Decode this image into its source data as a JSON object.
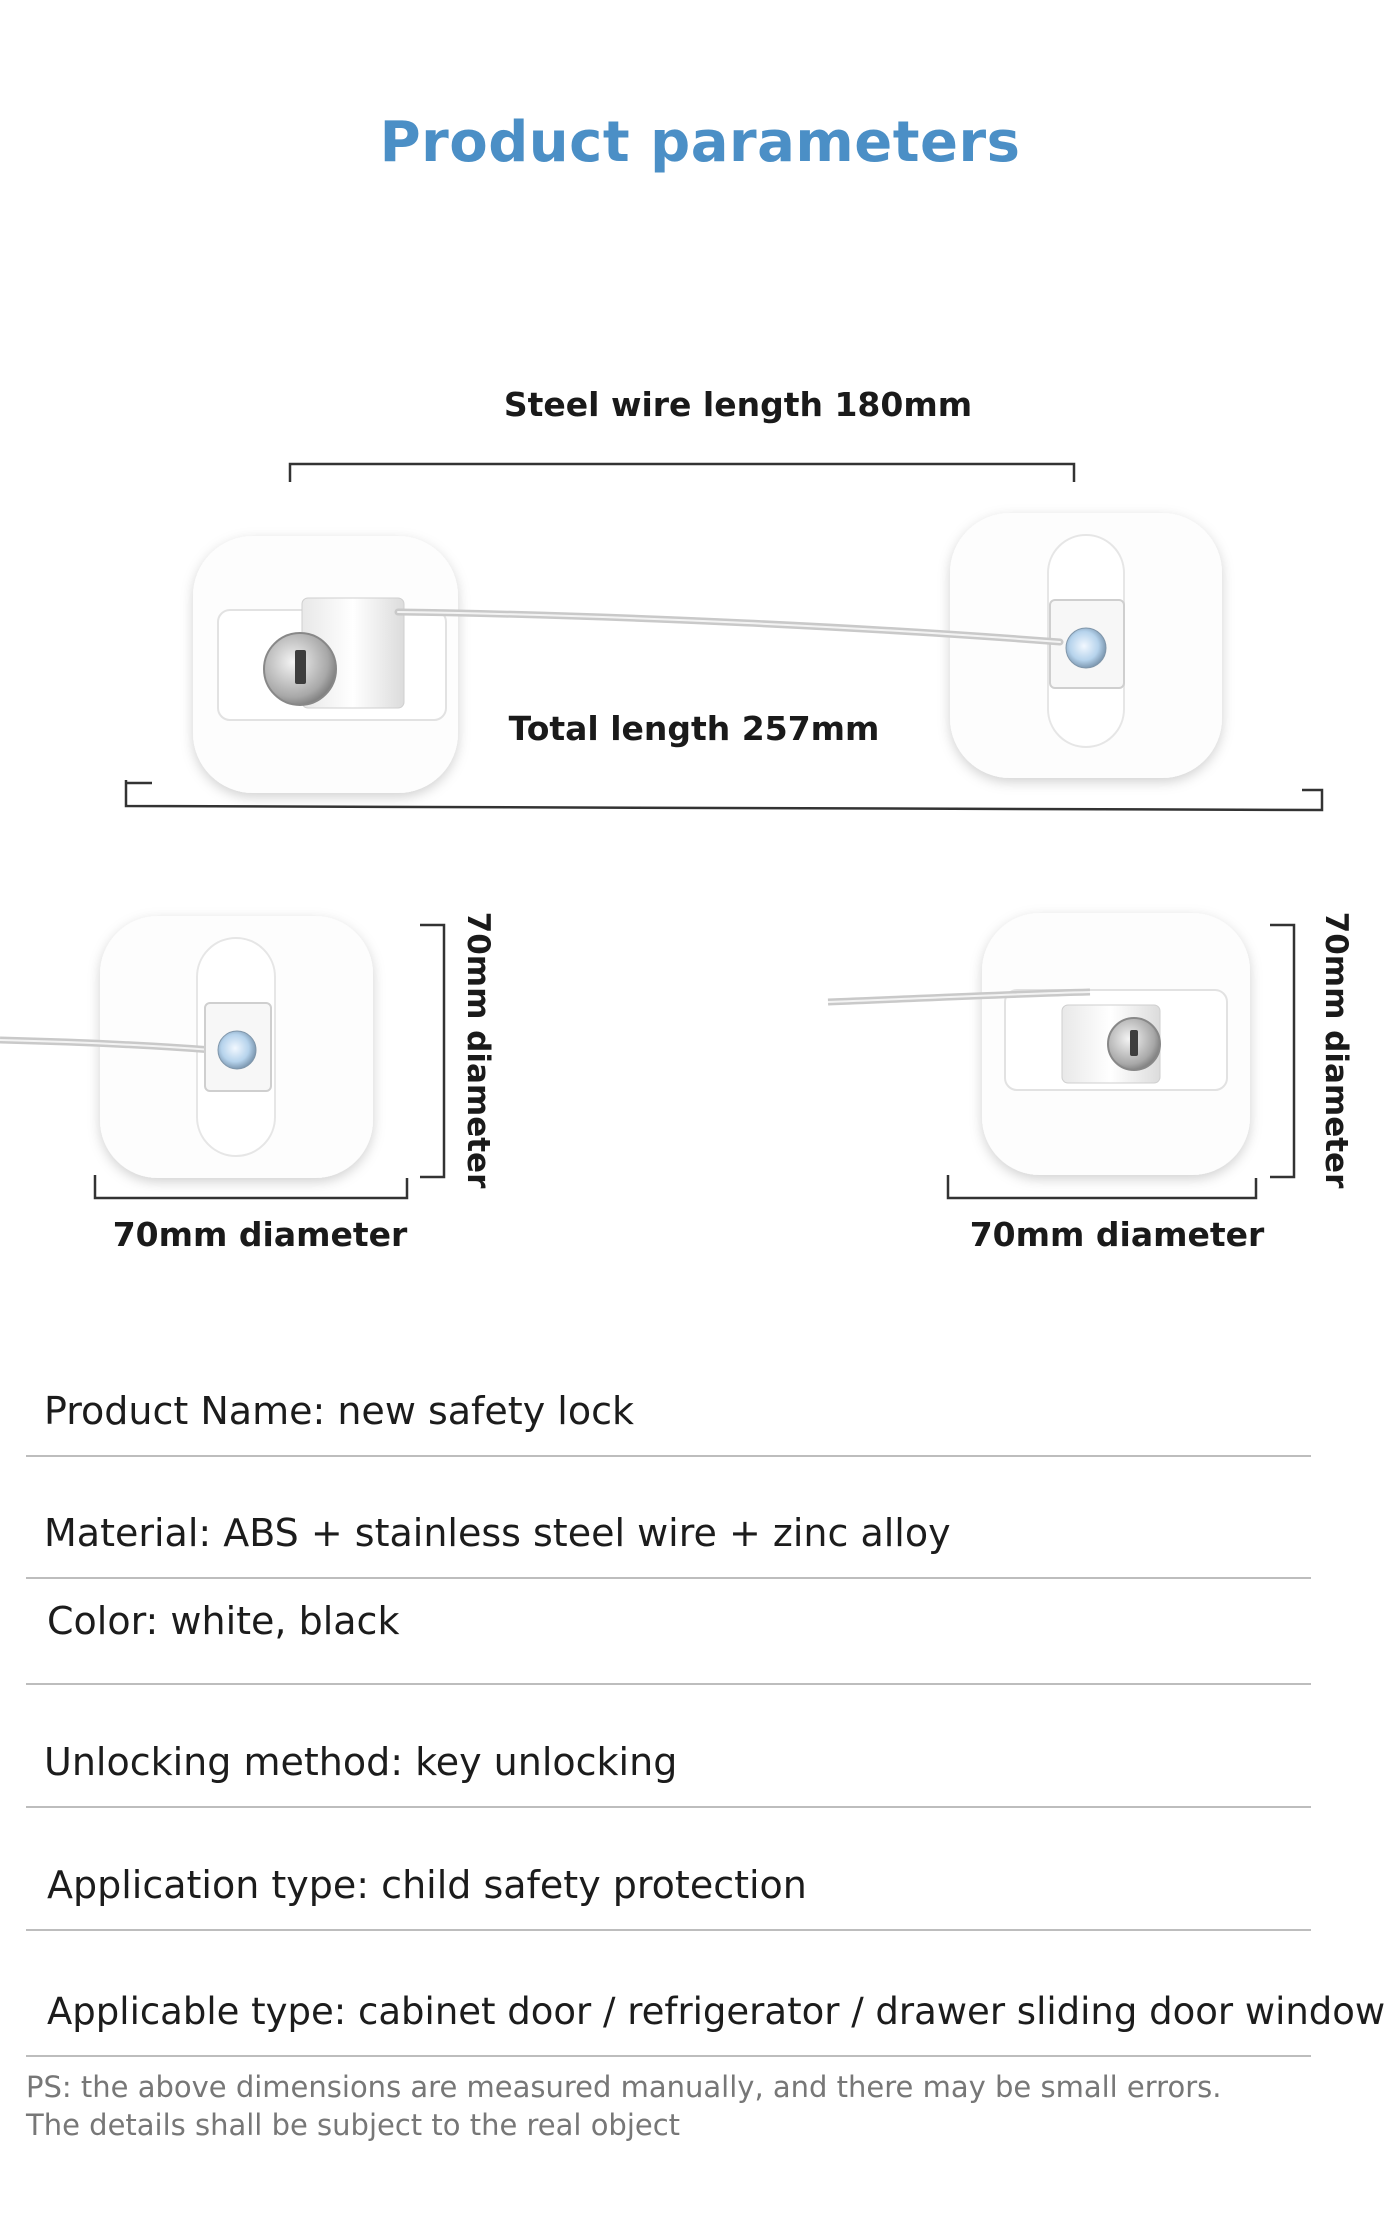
{
  "title": "Product parameters",
  "dimensions": {
    "steel_wire": "Steel wire length 180mm",
    "total": "Total length 257mm",
    "left_height": "70mm diameter",
    "left_width": "70mm diameter",
    "right_height": "70mm diameter",
    "right_width": "70mm diameter"
  },
  "specs": [
    {
      "text": "Product Name: new safety lock"
    },
    {
      "text": "Material: ABS + stainless steel wire + zinc alloy"
    },
    {
      "text": "Color: white, black"
    },
    {
      "text": "Unlocking method: key unlocking"
    },
    {
      "text": "Application type: child safety protection"
    },
    {
      "text": "Applicable type: cabinet door / refrigerator / drawer sliding door window"
    }
  ],
  "note": {
    "line1": "PS: the above dimensions are measured manually, and there may be small errors.",
    "line2": "The details shall be subject to the real object"
  },
  "colors": {
    "title": "#4b8fc6",
    "lock_body": "#ffffff",
    "bracket": "#333333",
    "text": "#1c1c1c",
    "note": "#777777"
  }
}
